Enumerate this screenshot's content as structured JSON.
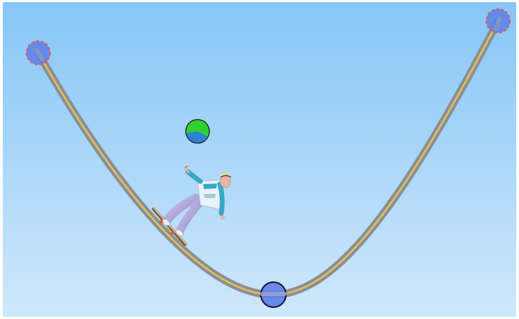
{
  "scene": {
    "sky": {
      "top_color": "#86c6f6",
      "bottom_color": "#cfe8fb"
    },
    "track": {
      "outer_color": "#8b8f94",
      "inner_color": "#e3c25a",
      "shape": "u-shaped-ramp"
    },
    "control_points": [
      {
        "role": "left-end",
        "color": "#5d7fe8",
        "outline": "#e05a5a",
        "outline_style": "dashed"
      },
      {
        "role": "bottom",
        "color": "#5d7fe8",
        "outline": "#1b1b33",
        "outline_style": "solid"
      },
      {
        "role": "right-end",
        "color": "#5d7fe8",
        "outline": "#e05a5a",
        "outline_style": "dashed"
      }
    ],
    "energy_pie": {
      "kinetic_fraction": 0.4,
      "potential_fraction": 0.6,
      "kinetic_color": "#2e82d8",
      "potential_color": "#2fd12f"
    },
    "skater": {
      "jacket_color": "#e9f2f7",
      "jacket_accent": "#3aa6c9",
      "pants_color": "#b6aee0",
      "hair_color": "#f0dc6a",
      "board_color": "#c8b48a",
      "wheel_color": "#e0583a"
    }
  }
}
